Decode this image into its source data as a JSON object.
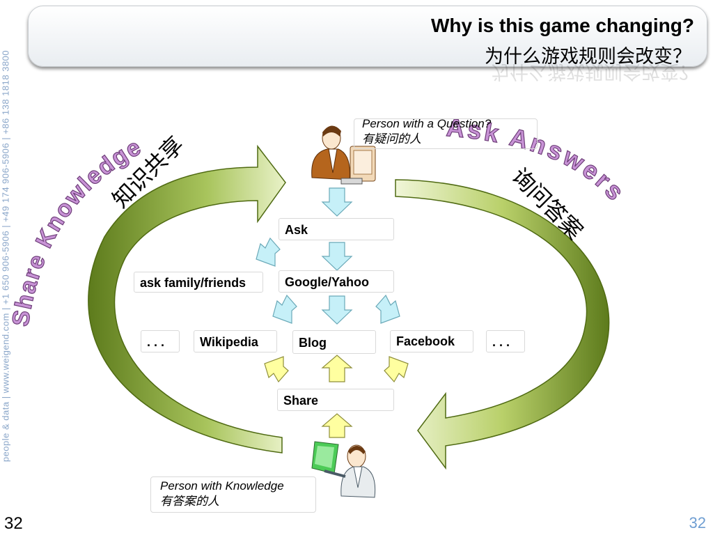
{
  "slide": {
    "title_en": "Why is this game changing?",
    "title_zh": "为什么游戏规则会改变？",
    "sidebar": "people & data | www.weigend.com | +1 650 906-5906 | +49 174 906-5906 | +86 138 1818 3800",
    "page_left": "32",
    "page_right": "32"
  },
  "diagram": {
    "asker": {
      "label_en": "Person with a Question?",
      "label_zh": "有疑问的人"
    },
    "knower": {
      "label_en": "Person with Knowledge",
      "label_zh": "有答案的人"
    },
    "ask_answers": {
      "en": "Ask Answers",
      "zh": "询问答案"
    },
    "share_knowledge": {
      "en": "Share Knowledge",
      "zh": "知识共享"
    },
    "boxes": {
      "ask": "Ask",
      "google": "Google/Yahoo",
      "family": "ask family/friends",
      "dots_left": ". . .",
      "wikipedia": "Wikipedia",
      "blog": "Blog",
      "facebook": "Facebook",
      "dots_right": ". . .",
      "share": "Share"
    },
    "colors": {
      "down_arrow": "#c6f0f8",
      "up_arrow": "#ffffa0",
      "curve_green": "#7a9a2a",
      "curved_text": "#c893d6"
    }
  }
}
